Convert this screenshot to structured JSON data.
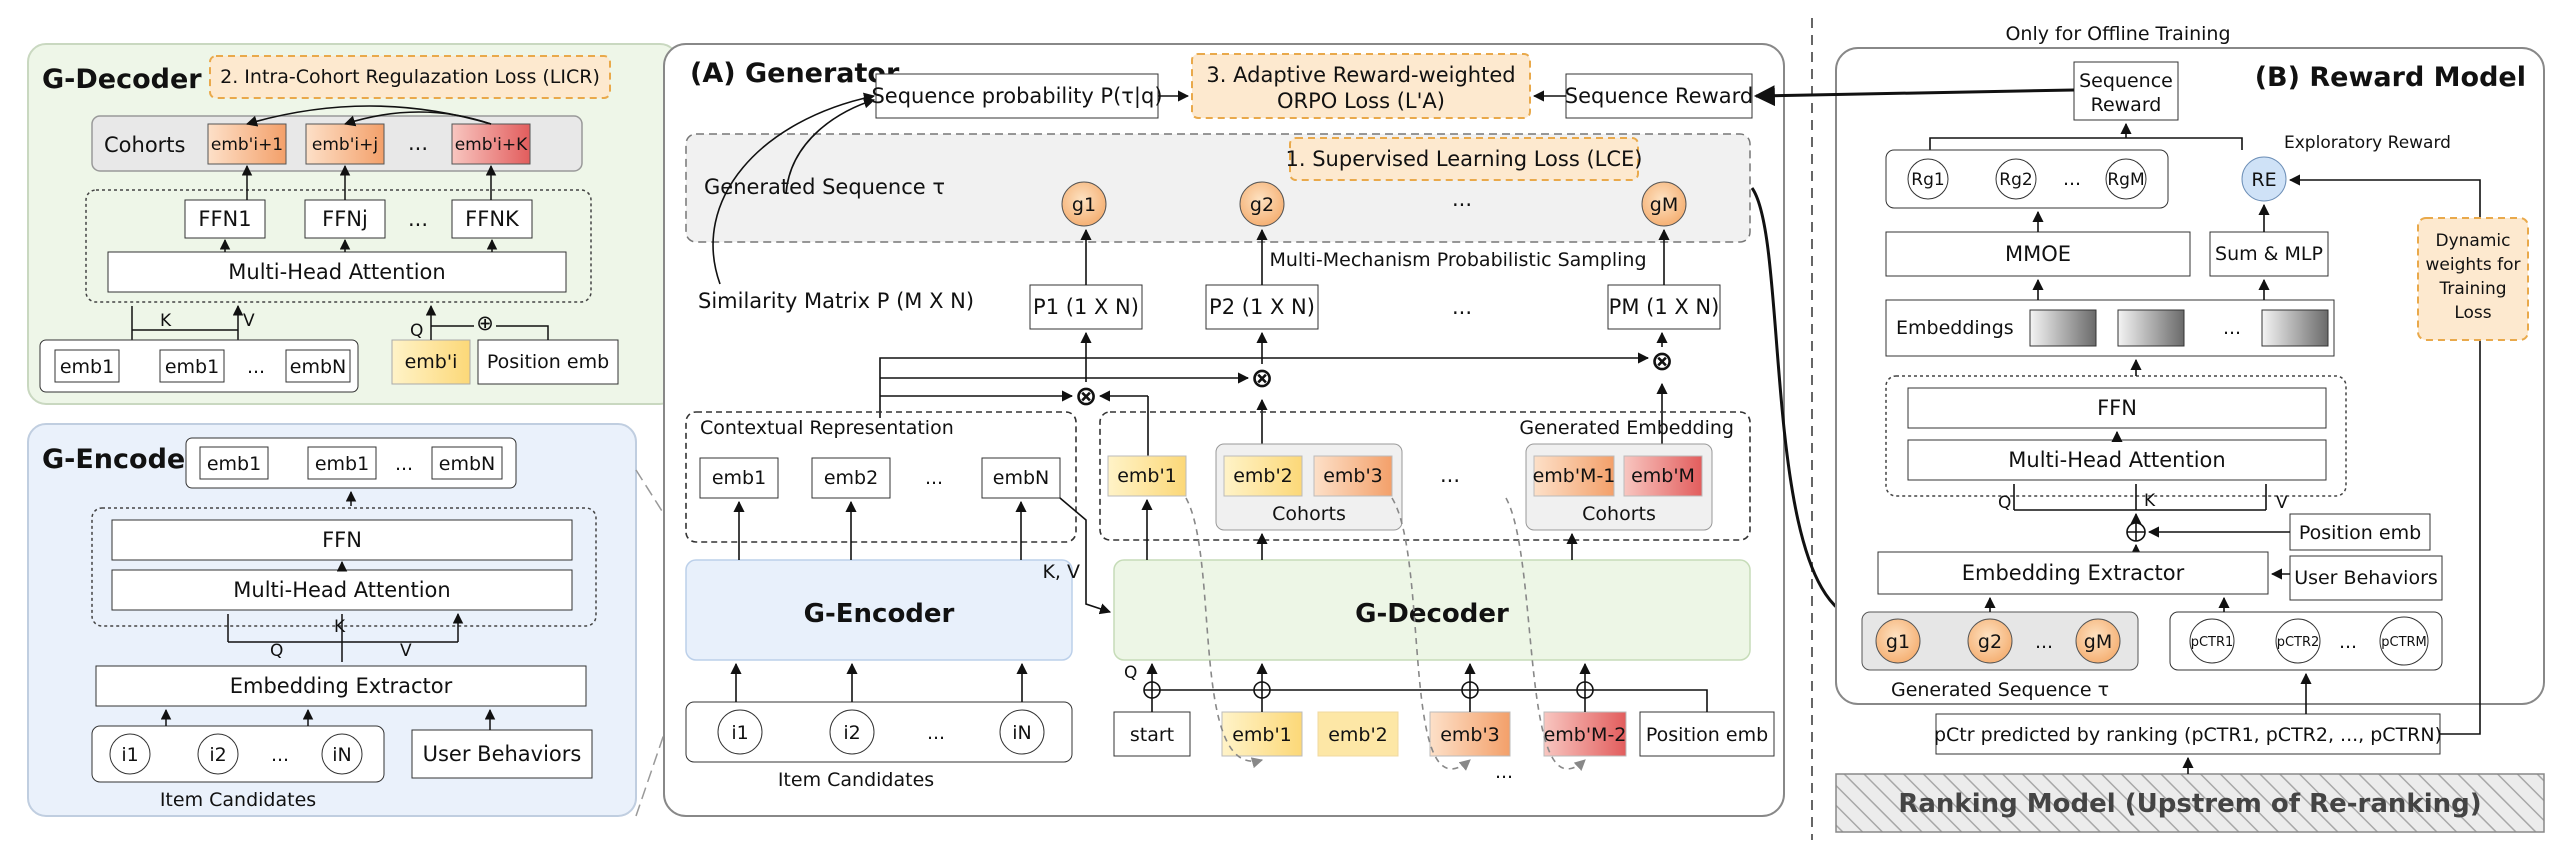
{
  "colors": {
    "decoder_panel_bg": "#eef6e8",
    "encoder_panel_bg": "#eaf1fb",
    "loss_box_bg": "#fde9cf",
    "loss_box_border": "#e9a94b",
    "emb_yellow": "#fde7a6",
    "emb_orange": "#f6b98a",
    "emb_red": "#ec7777",
    "token_orange": "#f8c491",
    "explore_blue": "#cfe2f7",
    "ranking_hatch": "#9a9a9a"
  },
  "decoder_panel": {
    "title": "G-Decoder",
    "loss_label": "2. Intra-Cohort Regulazation Loss (LICR)",
    "cohorts_label": "Cohorts",
    "cohort_items": [
      "emb'i+1",
      "emb'i+j",
      "...",
      "emb'i+K"
    ],
    "ffn_items": [
      "FFN1",
      "FFNj",
      "...",
      "FFNK"
    ],
    "mha_label": "Multi-Head Attention",
    "k_label": "K",
    "v_label": "V",
    "q_label": "Q",
    "plus_symbol": "⊕",
    "memory_items": [
      "emb1",
      "emb1",
      "...",
      "embN"
    ],
    "query_item": "emb'i",
    "position_label": "Position emb"
  },
  "encoder_panel": {
    "title": "G-Encoder",
    "output_items": [
      "emb1",
      "emb1",
      "...",
      "embN"
    ],
    "ffn_label": "FFN",
    "mha_label": "Multi-Head Attention",
    "q_label": "Q",
    "k_label": "K",
    "v_label": "V",
    "extractor_label": "Embedding Extractor",
    "candidate_items": [
      "i1",
      "i2",
      "...",
      "iN"
    ],
    "user_behaviors_label": "User Behaviors",
    "candidates_caption": "Item Candidates"
  },
  "generator": {
    "title": "(A) Generator",
    "seq_prob_label": "Sequence  probability P(τ|q)",
    "orpo_loss_line1": "3.  Adaptive Reward-weighted",
    "orpo_loss_line2": "ORPO Loss (L'A)",
    "seq_reward_label": "Sequence Reward",
    "generated_seq_label": "Generated Sequence τ",
    "sl_loss_label": "1. Supervised Learning Loss (LCE)",
    "tokens": [
      "g1",
      "g2",
      "...",
      "gM"
    ],
    "sampling_label": "Multi-Mechanism Probabilistic Sampling",
    "similarity_label": "Similarity Matrix P (M X N)",
    "prob_items": [
      "P1 (1 X N)",
      "P2 (1 X N)",
      "...",
      "PM (1 X N)"
    ],
    "times_symbol": "⊗",
    "contextual_label": "Contextual Representation",
    "contextual_items": [
      "emb1",
      "emb2",
      "...",
      "embN"
    ],
    "generated_emb_label": "Generated Embedding",
    "generated_items": [
      "emb'1",
      "emb'2",
      "emb'3",
      "...",
      "emb'M-1",
      "emb'M"
    ],
    "cohorts_label": "Cohorts",
    "kv_label": "K, V",
    "q_label": "Q",
    "encoder_label": "G-Encoder",
    "decoder_label": "G-Decoder",
    "candidate_items": [
      "i1",
      "i2",
      "...",
      "iN"
    ],
    "candidates_caption": "Item Candidates",
    "decoder_inputs": [
      "start",
      "emb'1",
      "emb'2",
      "emb'3",
      "emb'M-2"
    ],
    "decoder_input_dots": "...",
    "position_label": "Position emb"
  },
  "offline_label": "Only for Offline Training",
  "reward_model": {
    "title": "(B) Reward Model",
    "seq_reward_line1": "Sequence",
    "seq_reward_line2": "Reward",
    "exploratory_label": "Exploratory Reward",
    "rewards": [
      "Rg1",
      "Rg2",
      "...",
      "RgM"
    ],
    "explore_item": "RE",
    "mmoe_label": "MMOE",
    "sum_mlp_label": "Sum & MLP",
    "dynamic_line1": "Dynamic",
    "dynamic_line2": "weights for",
    "dynamic_line3": "Training",
    "dynamic_line4": "Loss",
    "embeddings_label": "Embeddings",
    "embeddings_dots": "...",
    "ffn_label": "FFN",
    "mha_label": "Multi-Head Attention",
    "q_label": "Q",
    "k_label": "K",
    "v_label": "V",
    "position_label": "Position emb",
    "extractor_label": "Embedding Extractor",
    "user_behaviors_label": "User Behaviors",
    "seq_tokens": [
      "g1",
      "g2",
      "...",
      "gM"
    ],
    "pctr_items": [
      "pCTR1",
      "pCTR2",
      "...",
      "pCTRM"
    ],
    "generated_seq_label": "Generated Sequence τ",
    "pctr_label": "pCtr predicted by ranking (pCTR1, pCTR2, ..., pCTRN)",
    "ranking_label": "Ranking Model (Upstrem of Re-ranking)"
  }
}
